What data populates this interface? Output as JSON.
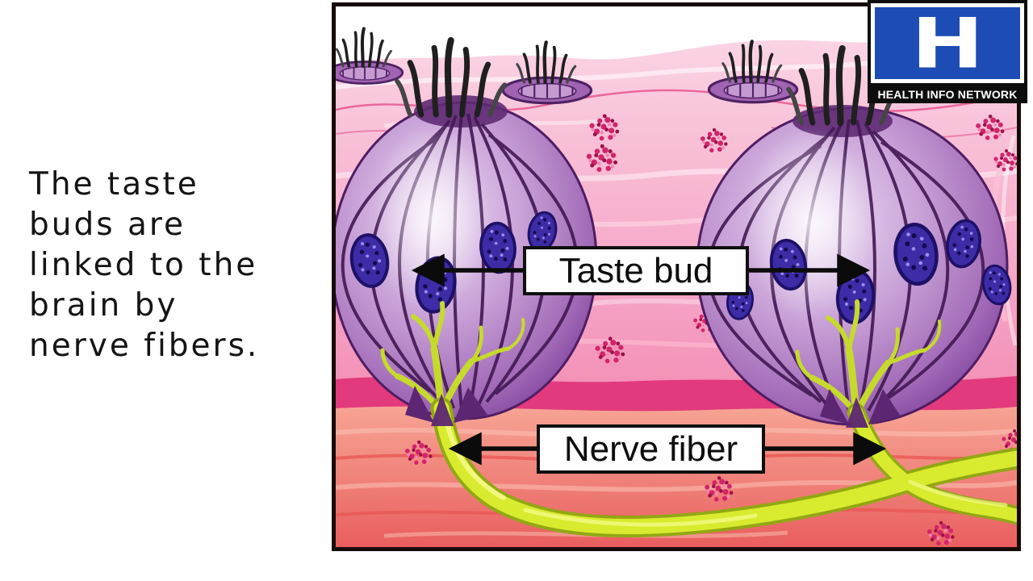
{
  "caption": {
    "text": "The taste\nbuds are\nlinked to the\nbrain by\nnerve fibers."
  },
  "figure": {
    "labels": {
      "taste_bud": "Taste bud",
      "nerve_fiber": "Nerve fiber"
    }
  },
  "logo": {
    "letter": "H",
    "banner_text": "HEALTH INFO NETWORK"
  },
  "colors": {
    "logo_blue": "#1d4db4",
    "bud_purple": "#a169b6",
    "bud_outline": "#4f1d63",
    "nucleus_blue": "#3d2ca6",
    "nerve_yellow": "#d9eb2e",
    "epithelium_pink": "#f8bdd5",
    "deep_pink_band": "#e23a7c",
    "muscle_salmon": "#f0837b"
  }
}
